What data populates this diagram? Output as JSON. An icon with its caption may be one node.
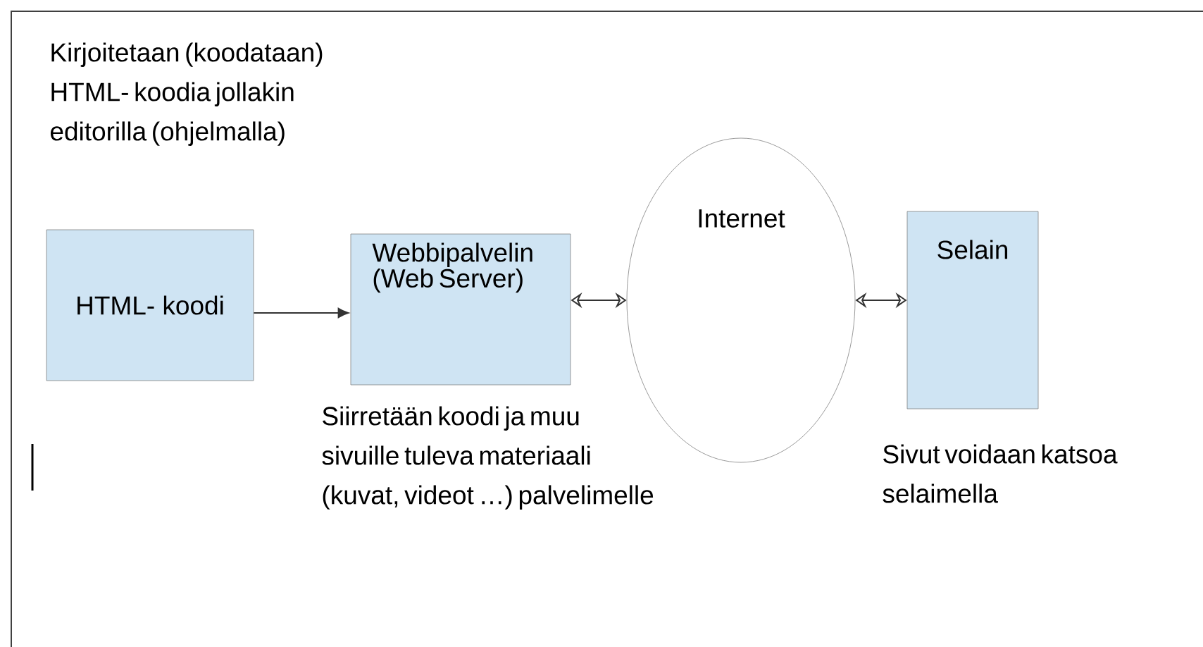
{
  "diagram": {
    "nodes": [
      {
        "text": [
          "HTML- koodi"
        ]
      },
      {
        "text": [
          "Webbipalvelin (Web Server)"
        ]
      },
      {
        "text": [
          "Internet"
        ]
      },
      {
        "text": [
          "Selain"
        ]
      }
    ],
    "edges": [
      {
        "from": 0,
        "to": 1,
        "arrow": "to"
      },
      {
        "from": 1,
        "to": 2,
        "arrow": "both"
      },
      {
        "from": 2,
        "to": 3,
        "arrow": "both"
      }
    ],
    "labels": [
      "Kirjoitetaan (koodataan) HTML- koodia jollakin editorilla (ohjelmalla)",
      "Siirretään koodi ja muu sivuille tuleva materiaali (kuvat, videot …) palvelimelle",
      "Sivut voidaan katsoa selaimella"
    ]
  }
}
